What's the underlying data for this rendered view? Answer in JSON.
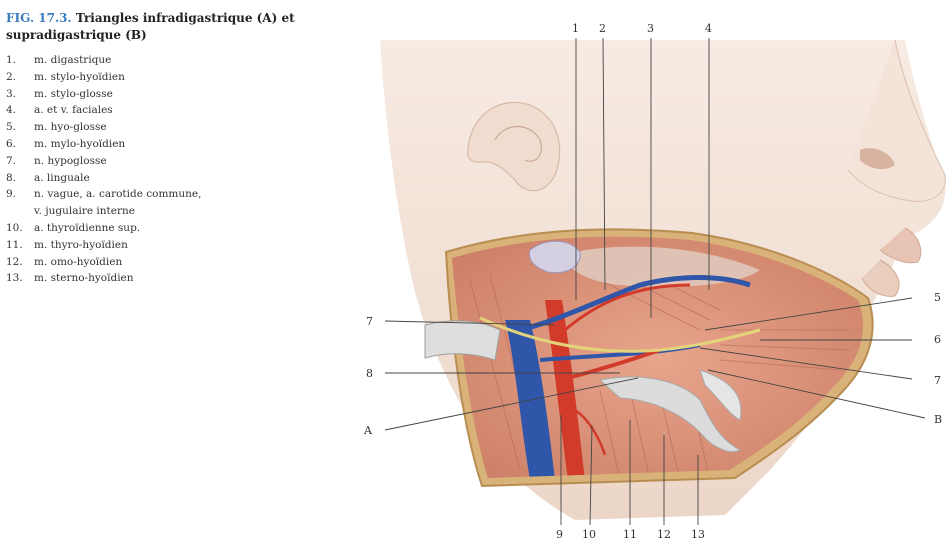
{
  "figure": {
    "number": "FIG. 17.3.",
    "title": "Triangles infradigastrique (A) et supradigastrique (B)"
  },
  "legend": [
    {
      "num": "1.",
      "text": "m. digastrique"
    },
    {
      "num": "2.",
      "text": "m. stylo-hyoïdien"
    },
    {
      "num": "3.",
      "text": "m. stylo-glosse"
    },
    {
      "num": "4.",
      "text": "a. et v. faciales"
    },
    {
      "num": "5.",
      "text": "m. hyo-glosse"
    },
    {
      "num": "6.",
      "text": "m. mylo-hyoïdien"
    },
    {
      "num": "7.",
      "text": "n. hypoglosse"
    },
    {
      "num": "8.",
      "text": "a. linguale"
    },
    {
      "num": "9.",
      "text": "n. vague, a. carotide commune,\nv. jugulaire interne"
    },
    {
      "num": "10.",
      "text": "a. thyroïdienne sup."
    },
    {
      "num": "11.",
      "text": "m. thyro-hyoïdien"
    },
    {
      "num": "12.",
      "text": "m. omo-hyoïdien"
    },
    {
      "num": "13.",
      "text": "m. sterno-hyoïdien"
    }
  ],
  "callouts": {
    "c1": "1",
    "c2": "2",
    "c3": "3",
    "c4": "4",
    "c5": "5",
    "c6": "6",
    "c7l": "7",
    "c7r": "7",
    "c8": "8",
    "cA": "A",
    "cB": "B",
    "c9": "9",
    "c10": "10",
    "c11": "11",
    "c12": "12",
    "c13": "13"
  }
}
